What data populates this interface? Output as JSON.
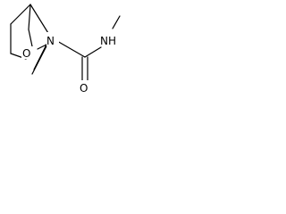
{
  "molecule": {
    "atoms": {
      "ring_oxygen": "O",
      "ring_nitrogen": "N",
      "amide_nh": "NH",
      "carbonyl_oxygen": "O"
    }
  },
  "colors": {
    "bond": "#000000",
    "text": "#000000",
    "background": "#ffffff"
  }
}
